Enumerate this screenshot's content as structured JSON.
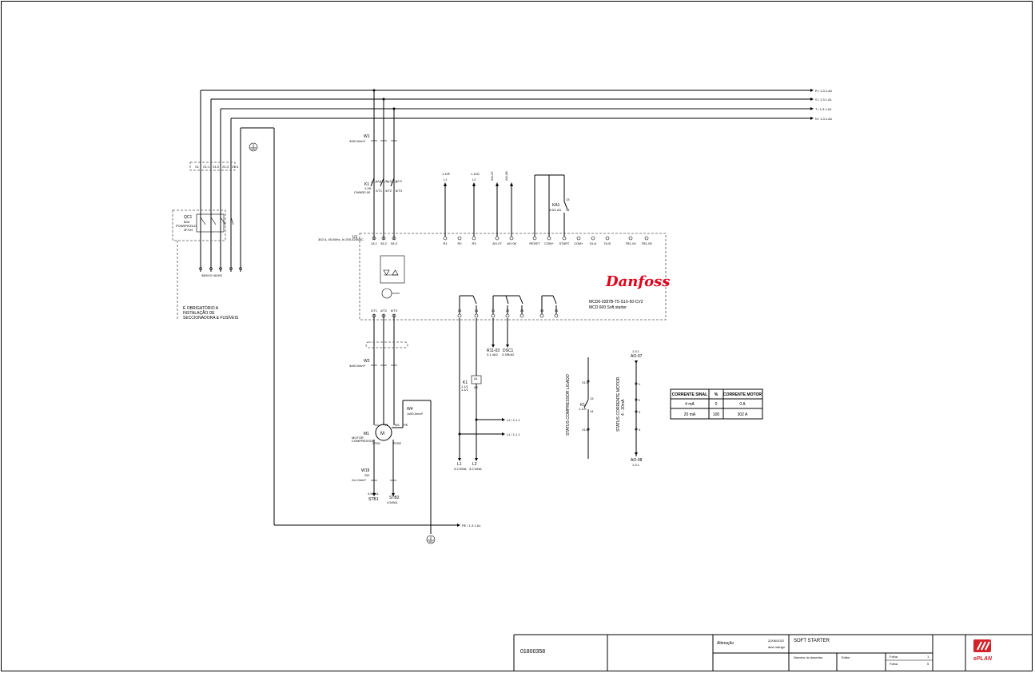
{
  "phase_buses": [
    {
      "label": "L1 / 1.1",
      "display": "R / 1.3.1.A1"
    },
    {
      "label": "L2 / 1.1",
      "display": "S / 1.3.1.A1"
    },
    {
      "label": "L3 / 1.1",
      "display": "T / 1.3.1.A1"
    },
    {
      "label": "N / 1.1",
      "display": "N / 1.3.1.A1"
    }
  ],
  "pe_bus": {
    "display": "PE / 1.3.1.A1"
  },
  "terminal_x1": {
    "tag": "X1",
    "terms": [
      "X1:1",
      "X1:2",
      "X1:3",
      "X1:4"
    ]
  },
  "disconnector": {
    "tag": "QC1",
    "line2": "80A",
    "line3": "POWERSOLD",
    "line4": "3F/1N"
  },
  "supply_label": "380V/3~/60HZ",
  "mandatory_note": [
    "É OBRIGATÓRIO A",
    "INSTALAÇÃO DE",
    "SECCIONADORA & FUSÍVEIS"
  ],
  "cable_w1": {
    "tag": "W1",
    "spec": "3x50,0mm²"
  },
  "contactor_k1": {
    "tag": "K1",
    "ref": "1.2A",
    "model": "CWM32-00",
    "contacts": [
      "1/L1",
      "3/L2",
      "5/L3"
    ],
    "outs": [
      "2/T1",
      "4/T2",
      "6/T3"
    ]
  },
  "softstarter": {
    "tag": "U1",
    "rating": "302 A, 45-66Hz, In 200-525VAC",
    "brand": "Danfoss",
    "model": "MCD6-0287B-T5-S1X-50-CV2",
    "series": "MCD 600 Soft starter",
    "top_terminals": [
      "1/L1",
      "3/L2",
      "5/L3",
      "R1",
      "R2",
      "R3",
      "AO-07",
      "AO-08",
      "RESET",
      "COM+",
      "START",
      "COM+",
      "DI-A",
      "DI-B",
      "TB1-04",
      "TB1-05"
    ],
    "bottom_terminals": [
      "2/T1",
      "4/T2",
      "6/T3",
      "13",
      "14",
      "21",
      "22",
      "24",
      "33",
      "34"
    ]
  },
  "control_refs": [
    {
      "top": "1.10F",
      "bot": "L1"
    },
    {
      "top": "1.10G",
      "bot": "L2"
    },
    {
      "top": "1.3.1.D",
      "bot": "AO-07"
    },
    {
      "top": "1.3.1.D",
      "bot": "AO-08"
    }
  ],
  "relay_ka1": {
    "tag": "KA1",
    "ref": "4.5/1.A3",
    "pins": [
      "13",
      "14"
    ]
  },
  "cable_w2": {
    "tag": "W2",
    "spec": "3x50,0mm²"
  },
  "cable_w4": {
    "tag": "W4",
    "spec": "1x50,0mm²"
  },
  "motor_m1": {
    "tag": "M1",
    "line1": "MOTOR",
    "line2": "COMPRESSOR",
    "pins": [
      "U1",
      "V1",
      "W1",
      "PE",
      "STB1",
      "STB2"
    ]
  },
  "cable_w19": {
    "tag": "W19",
    "line1": "2W",
    "spec": "2x1,0mm²"
  },
  "stb_refs": [
    {
      "ref": "4.5/5A1",
      "tag": "STB1"
    },
    {
      "ref": "4.5/5A1",
      "tag": "STB2"
    }
  ],
  "output_refs": [
    {
      "ref": "3.1.4A2",
      "tag": "R11-03"
    },
    {
      "ref": "3.3/B/A2",
      "tag": "DSC1"
    }
  ],
  "coil_k1": {
    "tag": "K1",
    "ref": "1.2A1",
    "pins": [
      "A1",
      "A2"
    ],
    "refs": [
      "1.1/1",
      "1.1/1"
    ]
  },
  "l_refs": [
    {
      "label": "L2 / 1.1.1"
    },
    {
      "label": "L1 / 1.1.1"
    }
  ],
  "l_bottom": [
    {
      "tag": "L1",
      "ref": "3.2.0/NA"
    },
    {
      "tag": "L2",
      "ref": "3.2.0/NA"
    }
  ],
  "status_comp": {
    "title": "STATUS COMPRESSOR LIGADO",
    "x1_top": "X1:6",
    "k1": "K1",
    "k1_ref": "1.1/H",
    "pins": [
      "13",
      "14"
    ],
    "x1_bot": "X1:8"
  },
  "status_motor": {
    "title_line1": "STATUS CORRENTE MOTOR",
    "title_line2": "4 - 20mA",
    "top_ref": "1.3.1",
    "top_tag": "AO-07",
    "bot_tag": "AO-08",
    "bot_ref": "1.3.1",
    "pins": [
      "1",
      "2",
      "3",
      "4"
    ]
  },
  "signal_table": {
    "headers": [
      "CORRENTE SINAL",
      "%",
      "CORRENTE MOTOR"
    ],
    "rows": [
      [
        "4 mA",
        "0",
        "0 A"
      ],
      [
        "20 mA",
        "100",
        "302 A"
      ]
    ]
  },
  "title_block": {
    "drawing_number": "01800358",
    "change_label": "Alteração",
    "date": "22/06/2022",
    "author": "davi.rodrigo",
    "title": "SOFT STARTER",
    "drawing_no_label": "Número do desenho",
    "editor_label": "Editor",
    "sheet_label": "Folha",
    "sheet_value": "1",
    "sheets_label": "Folha",
    "sheets_value": "5",
    "logo_text": "ePLAN"
  },
  "colors": {
    "logo_red": "#d2232a",
    "brand_red": "#e2001a"
  }
}
